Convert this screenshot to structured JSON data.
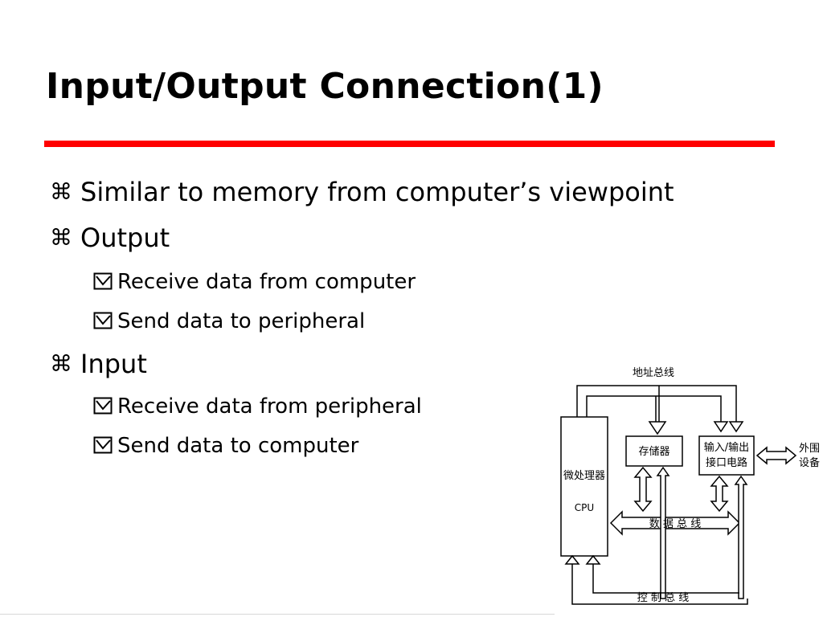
{
  "slide": {
    "title": "Input/Output Connection(1)",
    "accent_color": "#ff0000",
    "bullets": [
      {
        "level": 1,
        "marker": "command-symbol-icon",
        "text": "Similar to memory from computer’s viewpoint"
      },
      {
        "level": 1,
        "marker": "command-symbol-icon",
        "text": "Output"
      },
      {
        "level": 2,
        "marker": "checkbox-icon",
        "text": "Receive data from computer"
      },
      {
        "level": 2,
        "marker": "checkbox-icon",
        "text": "Send data to peripheral"
      },
      {
        "level": 1,
        "marker": "command-symbol-icon",
        "text": "Input"
      },
      {
        "level": 2,
        "marker": "checkbox-icon",
        "text": "Receive data from peripheral"
      },
      {
        "level": 2,
        "marker": "checkbox-icon",
        "text": "Send data to computer"
      }
    ]
  },
  "diagram": {
    "address_bus": "地址总线",
    "cpu_label_cn": "微处理器",
    "cpu_label_en": "CPU",
    "memory": "存储器",
    "io_interface_line1": "输入/输出",
    "io_interface_line2": "接口电路",
    "external_line1": "外围",
    "external_line2": "设备",
    "data_bus": "数 据 总 线",
    "control_bus": "控 制 总 线"
  }
}
